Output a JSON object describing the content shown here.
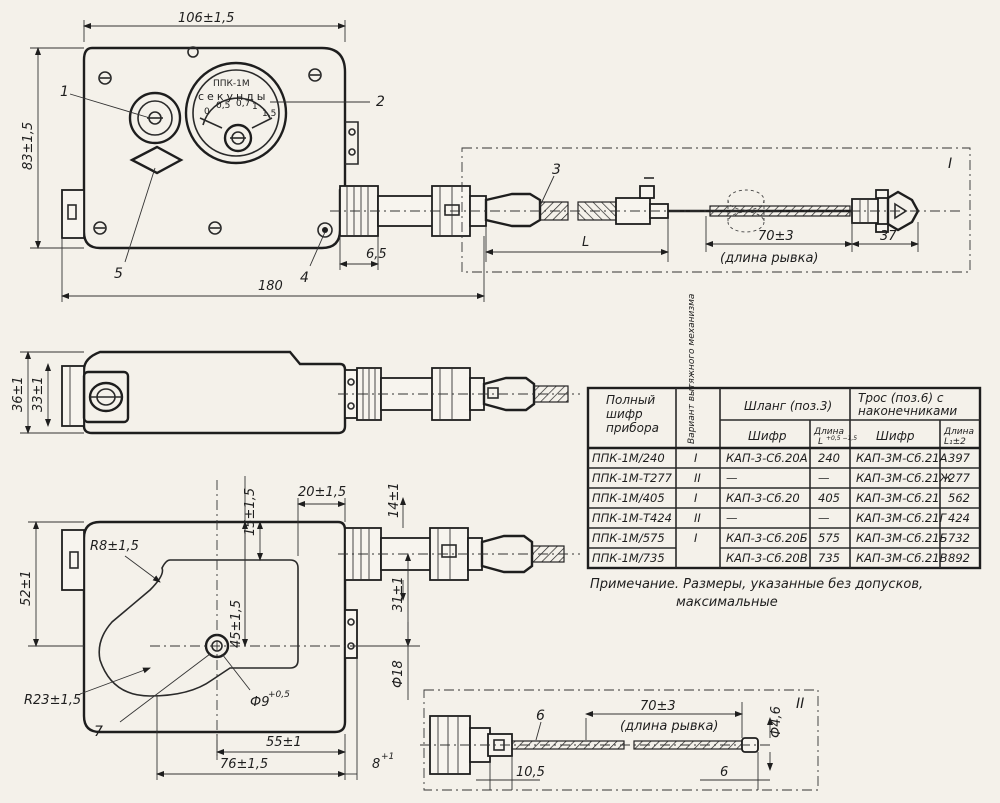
{
  "top_view": {
    "dims": {
      "width_top": "106±1,5",
      "height_left": "83±1,5",
      "total_length": "180",
      "offset": "6,5",
      "length_l": "L",
      "pull_length": "70±3",
      "pull_caption": "(длина рывка)",
      "tip_length": "37"
    },
    "gauge": {
      "model": "ППК-1М",
      "unit": "секунды",
      "scale": [
        "0",
        "0,5",
        "0,7",
        "1",
        "1,5"
      ]
    },
    "callouts": {
      "c1": "1",
      "c2": "2",
      "c3": "3",
      "c4": "4",
      "c5": "5"
    },
    "view_mark": "I"
  },
  "side_view": {
    "dims": {
      "outer_height": "36±1",
      "inner_height": "33±1"
    }
  },
  "plan_view": {
    "dims": {
      "d15": "15±1,5",
      "d20": "20±1,5",
      "d14": "14±1",
      "r8": "R8±1,5",
      "d52": "52±1",
      "d45": "45±1,5",
      "d31": "31±1",
      "d18": "Ф18",
      "hole": "Ф9",
      "hole_tol": "+0,5",
      "r23": "R23±1,5",
      "d55": "55±1",
      "d76": "76±1,5",
      "d8": "8",
      "d8_tol": "+1"
    },
    "callouts": {
      "c7": "7"
    }
  },
  "detail_view": {
    "view_mark": "II",
    "dims": {
      "pull_length": "70±3",
      "pull_caption": "(длина рывка)",
      "dia": "Ф4,6",
      "d10": "10,5",
      "d6": "6"
    },
    "callouts": {
      "c6": "6"
    }
  },
  "table": {
    "headers": {
      "full_code": "Полный шифр прибора",
      "variant": "Вариант вытяжного механизма",
      "hose": "Шланг (поз.3)",
      "cable": "Трос (поз.6) с наконечниками",
      "hose_code": "Шифр",
      "hose_length": "Длина",
      "hose_length_sym": "L",
      "hose_length_tol": "+0,5 −1,5",
      "cable_code": "Шифр",
      "cable_length": "Длина",
      "cable_length_sym": "L₁±2"
    },
    "rows": [
      {
        "device": "ППК-1М/240",
        "variant": "I",
        "hose_code": "КАП-3-Сб.20А",
        "hose_len": "240",
        "cable_code": "КАП-3М-Сб.21А",
        "cable_len": "397"
      },
      {
        "device": "ППК-1М-Т277",
        "variant": "II",
        "hose_code": "—",
        "hose_len": "—",
        "cable_code": "КАП-3М-Сб.21Ж",
        "cable_len": "277"
      },
      {
        "device": "ППК-1М/405",
        "variant": "I",
        "hose_code": "КАП-3-Сб.20",
        "hose_len": "405",
        "cable_code": "КАП-3М-Сб.21",
        "cable_len": "562"
      },
      {
        "device": "ППК-1М-Т424",
        "variant": "II",
        "hose_code": "—",
        "hose_len": "—",
        "cable_code": "КАП-3М-Сб.21Г",
        "cable_len": "424"
      },
      {
        "device": "ППК-1М/575",
        "variant": "I",
        "hose_code": "КАП-3-Сб.20Б",
        "hose_len": "575",
        "cable_code": "КАП-3М-Сб.21Б",
        "cable_len": "732"
      },
      {
        "device": "ППК-1М/735",
        "variant": "",
        "hose_code": "КАП-3-Сб.20В",
        "hose_len": "735",
        "cable_code": "КАП-3М-Сб.21В",
        "cable_len": "892"
      }
    ],
    "note": "Примечание. Размеры, указанные без допусков,",
    "note2": "максимальные"
  }
}
